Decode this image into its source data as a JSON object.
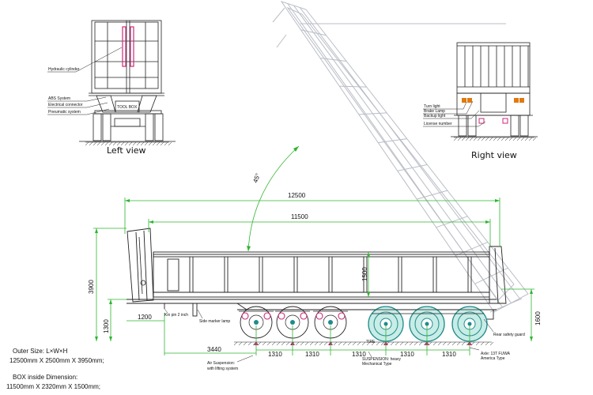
{
  "views": {
    "left_title": "Left view",
    "right_title": "Right view"
  },
  "left_view_labels": {
    "hydraulic_cylinder": "Hydraulic cylinder",
    "abs_system": "ABS System",
    "electrical_connector": "Electrical connector",
    "pneumatic_system": "Pneumatic system",
    "tool_box": "TOOL BOX"
  },
  "right_view_labels": {
    "turn_light": "Turn light",
    "brake_lamp": "Brake Lamp",
    "backup_light": "Backup light",
    "license_number": "License number"
  },
  "dimensions": {
    "overall_length": "12500",
    "box_length": "11500",
    "overall_height": "3900",
    "box_height": "1500",
    "fifth_wheel_height": "1300",
    "kingpin_offset": "1200",
    "rear_height": "1600",
    "kingpin_to_axle": "3440",
    "axle_spacings": [
      "1310",
      "1310",
      "1310",
      "1310",
      "1310"
    ],
    "tip_angle": "45°"
  },
  "side_labels": {
    "kin_pin": "Kin pin 2 inch",
    "side_marker_lamp": "Side marker lamp",
    "air_suspension_1": "Air Suspension:",
    "air_suspension_2": "with lifting system",
    "tire": "TIRE",
    "suspension_1": "SUSPENSION: heavy",
    "suspension_2": "Mechanical Type",
    "rear_safety_guard": "Rear safety guard",
    "axle_1": "Axle: 13T FUWA",
    "axle_2": "America Type"
  },
  "specs": {
    "outer_label": "Outer Size: L×W×H",
    "outer_value": "12500mm X 2500mm X 3950mm;",
    "inside_label": "BOX inside Dimension:",
    "inside_value": "11500mm X 2320mm X 1500mm;"
  },
  "colors": {
    "line": "#222222",
    "dimension": "#2fb52f",
    "ghost": "#b9bec6",
    "brake": "#cc2a7a",
    "lamp": "#e07a10",
    "tire_fill": "#c8ece6",
    "tire_line": "#1f8c8c"
  }
}
